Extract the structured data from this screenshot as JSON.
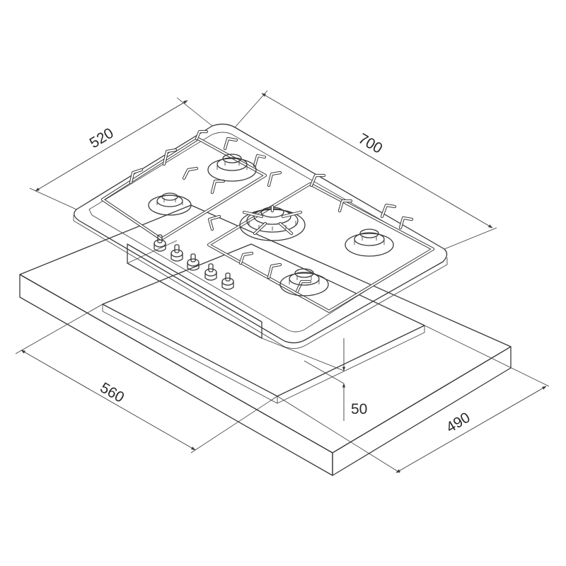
{
  "dimensions": {
    "hob_depth": "520",
    "hob_width": "700",
    "cutout_width": "560",
    "cutout_depth": "490",
    "built_in_height": "50"
  },
  "colors": {
    "line": "#3a3a3a",
    "background": "#ffffff"
  }
}
